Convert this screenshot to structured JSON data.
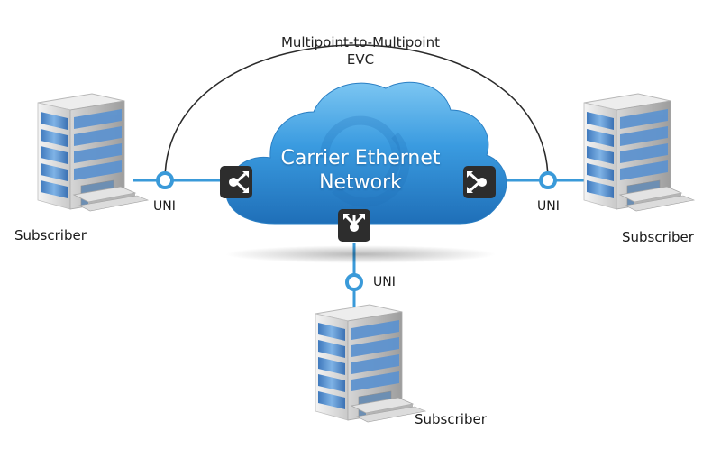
{
  "diagram": {
    "evc_label_line1": "Multipoint-to-Multipoint",
    "evc_label_line2": "EVC",
    "cloud_label_line1": "Carrier Ethernet",
    "cloud_label_line2": "Network",
    "uni_labels": [
      "UNI",
      "UNI",
      "UNI"
    ],
    "subscriber_labels": [
      "Subscriber",
      "Subscriber",
      "Subscriber"
    ]
  },
  "colors": {
    "line": "#3a9ad9",
    "evc_arc": "#2b2b2b",
    "cloud": "#2f8fd6",
    "icon_box": "#2d2d2d",
    "building_glass": "#4a86c6"
  }
}
